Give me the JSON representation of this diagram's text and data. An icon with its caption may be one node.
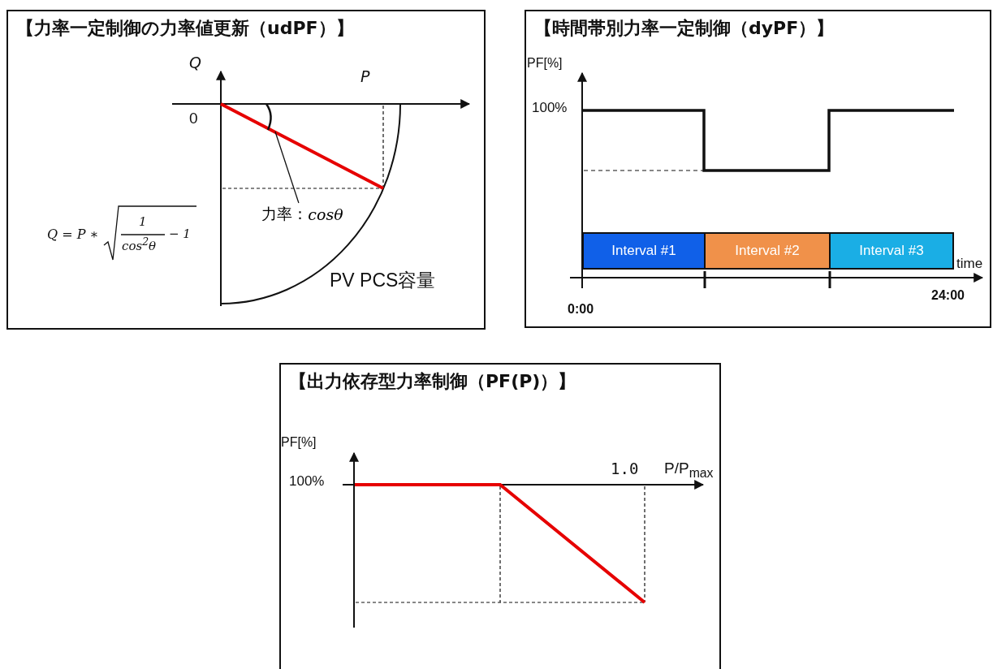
{
  "diagram": {
    "nodes": [
      {
        "text": [
          "【力率一定制御の力率値更新（udPF）】"
        ]
      },
      {
        "text": [
          "力率：*cosθ*"
        ],
        "in": 0
      },
      {
        "text": [],
        "shape": "arc",
        "in": 0
      },
      {
        "text": [
          "【時間帯別力率一定制御（dyPF）】"
        ]
      },
      {
        "text": [
          "Interval #1"
        ],
        "in": 3
      },
      {
        "text": [
          "Interval #2"
        ],
        "in": 3
      },
      {
        "text": [
          "Interval #3"
        ],
        "in": 3
      },
      {
        "text": [
          "【出力依存型力率制御（PF(P)）】"
        ]
      }
    ],
    "edges": [
      {
        "from": 1,
        "to": 2,
        "arrow": "none"
      }
    ],
    "labels": [
      "Q",
      "P",
      "0",
      "Q = P ∗",
      "1",
      "cos$^{2}$θ",
      "− 1",
      "PV PCS容量",
      "PF[%]",
      "100%",
      "time",
      "0:00",
      "24:00",
      "PF[%]",
      "100%",
      "1.0",
      "P/P$_{max}$"
    ]
  }
}
